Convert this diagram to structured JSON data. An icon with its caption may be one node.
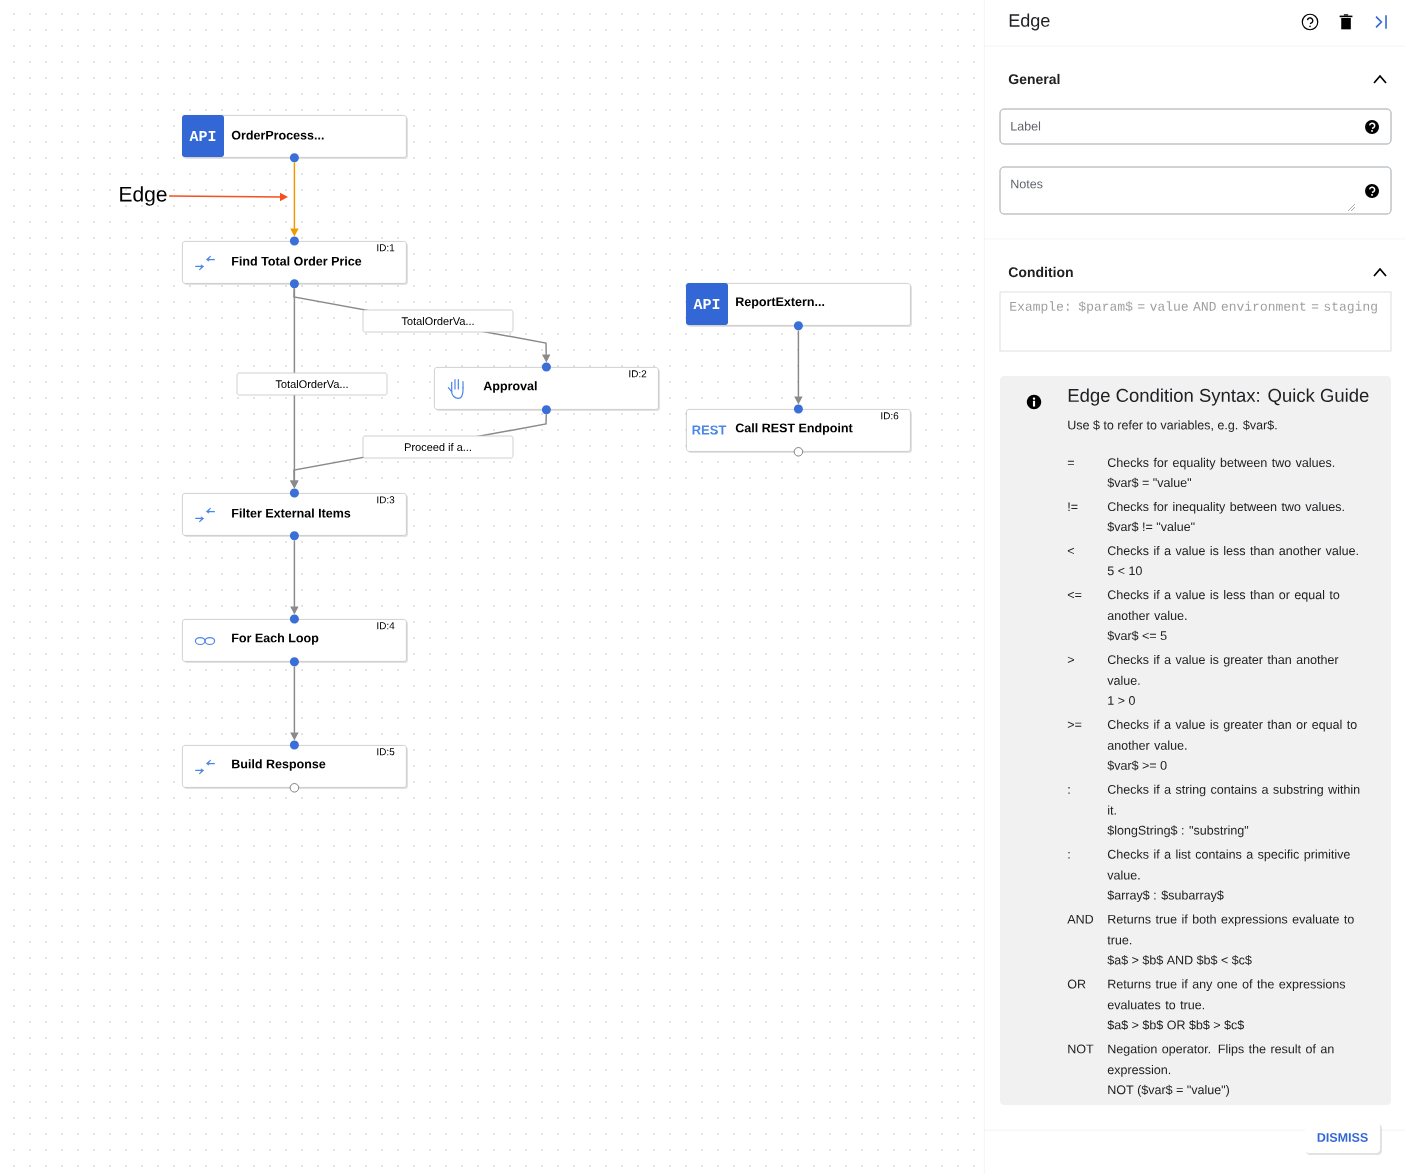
{
  "diagram": {
    "nodes": [
      {
        "text": [
          "API",
          "OrderProcess..."
        ]
      },
      {
        "text": [
          "Find Total Order Price",
          "ID:1"
        ]
      },
      {
        "text": [
          "Approval",
          "ID:2"
        ]
      },
      {
        "text": [
          "Filter External Items",
          "ID:3"
        ]
      },
      {
        "text": [
          "For Each Loop",
          "ID:4"
        ]
      },
      {
        "text": [
          "Build Response",
          "ID:5"
        ]
      },
      {
        "text": [
          "API",
          "ReportExtern..."
        ]
      },
      {
        "text": [
          "REST",
          "Call REST Endpoint",
          "ID:6"
        ]
      },
      {
        "text": [
          "Edge"
        ]
      }
    ],
    "edges": [
      {
        "from": 0,
        "to": 1,
        "arrow": "to",
        "color": "#f29900"
      },
      {
        "from": 1,
        "to": 2,
        "arrow": "to",
        "label": "TotalOrderVa..."
      },
      {
        "from": 1,
        "to": 3,
        "arrow": "to",
        "label": "TotalOrderVa..."
      },
      {
        "from": 2,
        "to": 3,
        "arrow": "to",
        "label": "Proceed if a..."
      },
      {
        "from": 3,
        "to": 4,
        "arrow": "to"
      },
      {
        "from": 4,
        "to": 5,
        "arrow": "to"
      },
      {
        "from": 6,
        "to": 7,
        "arrow": "to"
      },
      {
        "from": 8,
        "to": null,
        "arrow": "to",
        "color": "#f4511e"
      }
    ],
    "labels": [
      "Edge",
      "General",
      "Label",
      "Notes",
      "Condition",
      "Example: $param$ = value AND environment = staging",
      "Edge Condition Syntax: Quick Guide",
      "Use $ to refer to variables, e.g. $var$.",
      "=",
      "Checks for equality between two values.",
      "$var$ = \"value\"",
      "!=",
      "Checks for inequality between two values.",
      "$var$ != \"value\"",
      "<",
      "Checks if a value is less than another value.",
      "5 < 10",
      "<=",
      "Checks if a value is less than or equal to another value.",
      "$var$ <= 5",
      ">",
      "Checks if a value is greater than another value.",
      "1 > 0",
      ">=",
      "Checks if a value is greater than or equal to another value.",
      "$var$ >= 0",
      ":",
      "Checks if a string contains a substring within it.",
      "$longString$ : \"substring\"",
      ":",
      "Checks if a list contains a specific primitive value.",
      "$array$ : $subarray$",
      "AND",
      "Returns true if both expressions evaluate to true.",
      "$a$ > $b$ AND $b$ < $c$",
      "OR",
      "Returns true if any one of the expressions evaluates to true.",
      "$a$ > $b$ OR $b$ > $c$",
      "NOT",
      "Negation operator. Flips the result of an expression.",
      "NOT ($var$ = \"value\")",
      "DISMISS"
    ]
  }
}
